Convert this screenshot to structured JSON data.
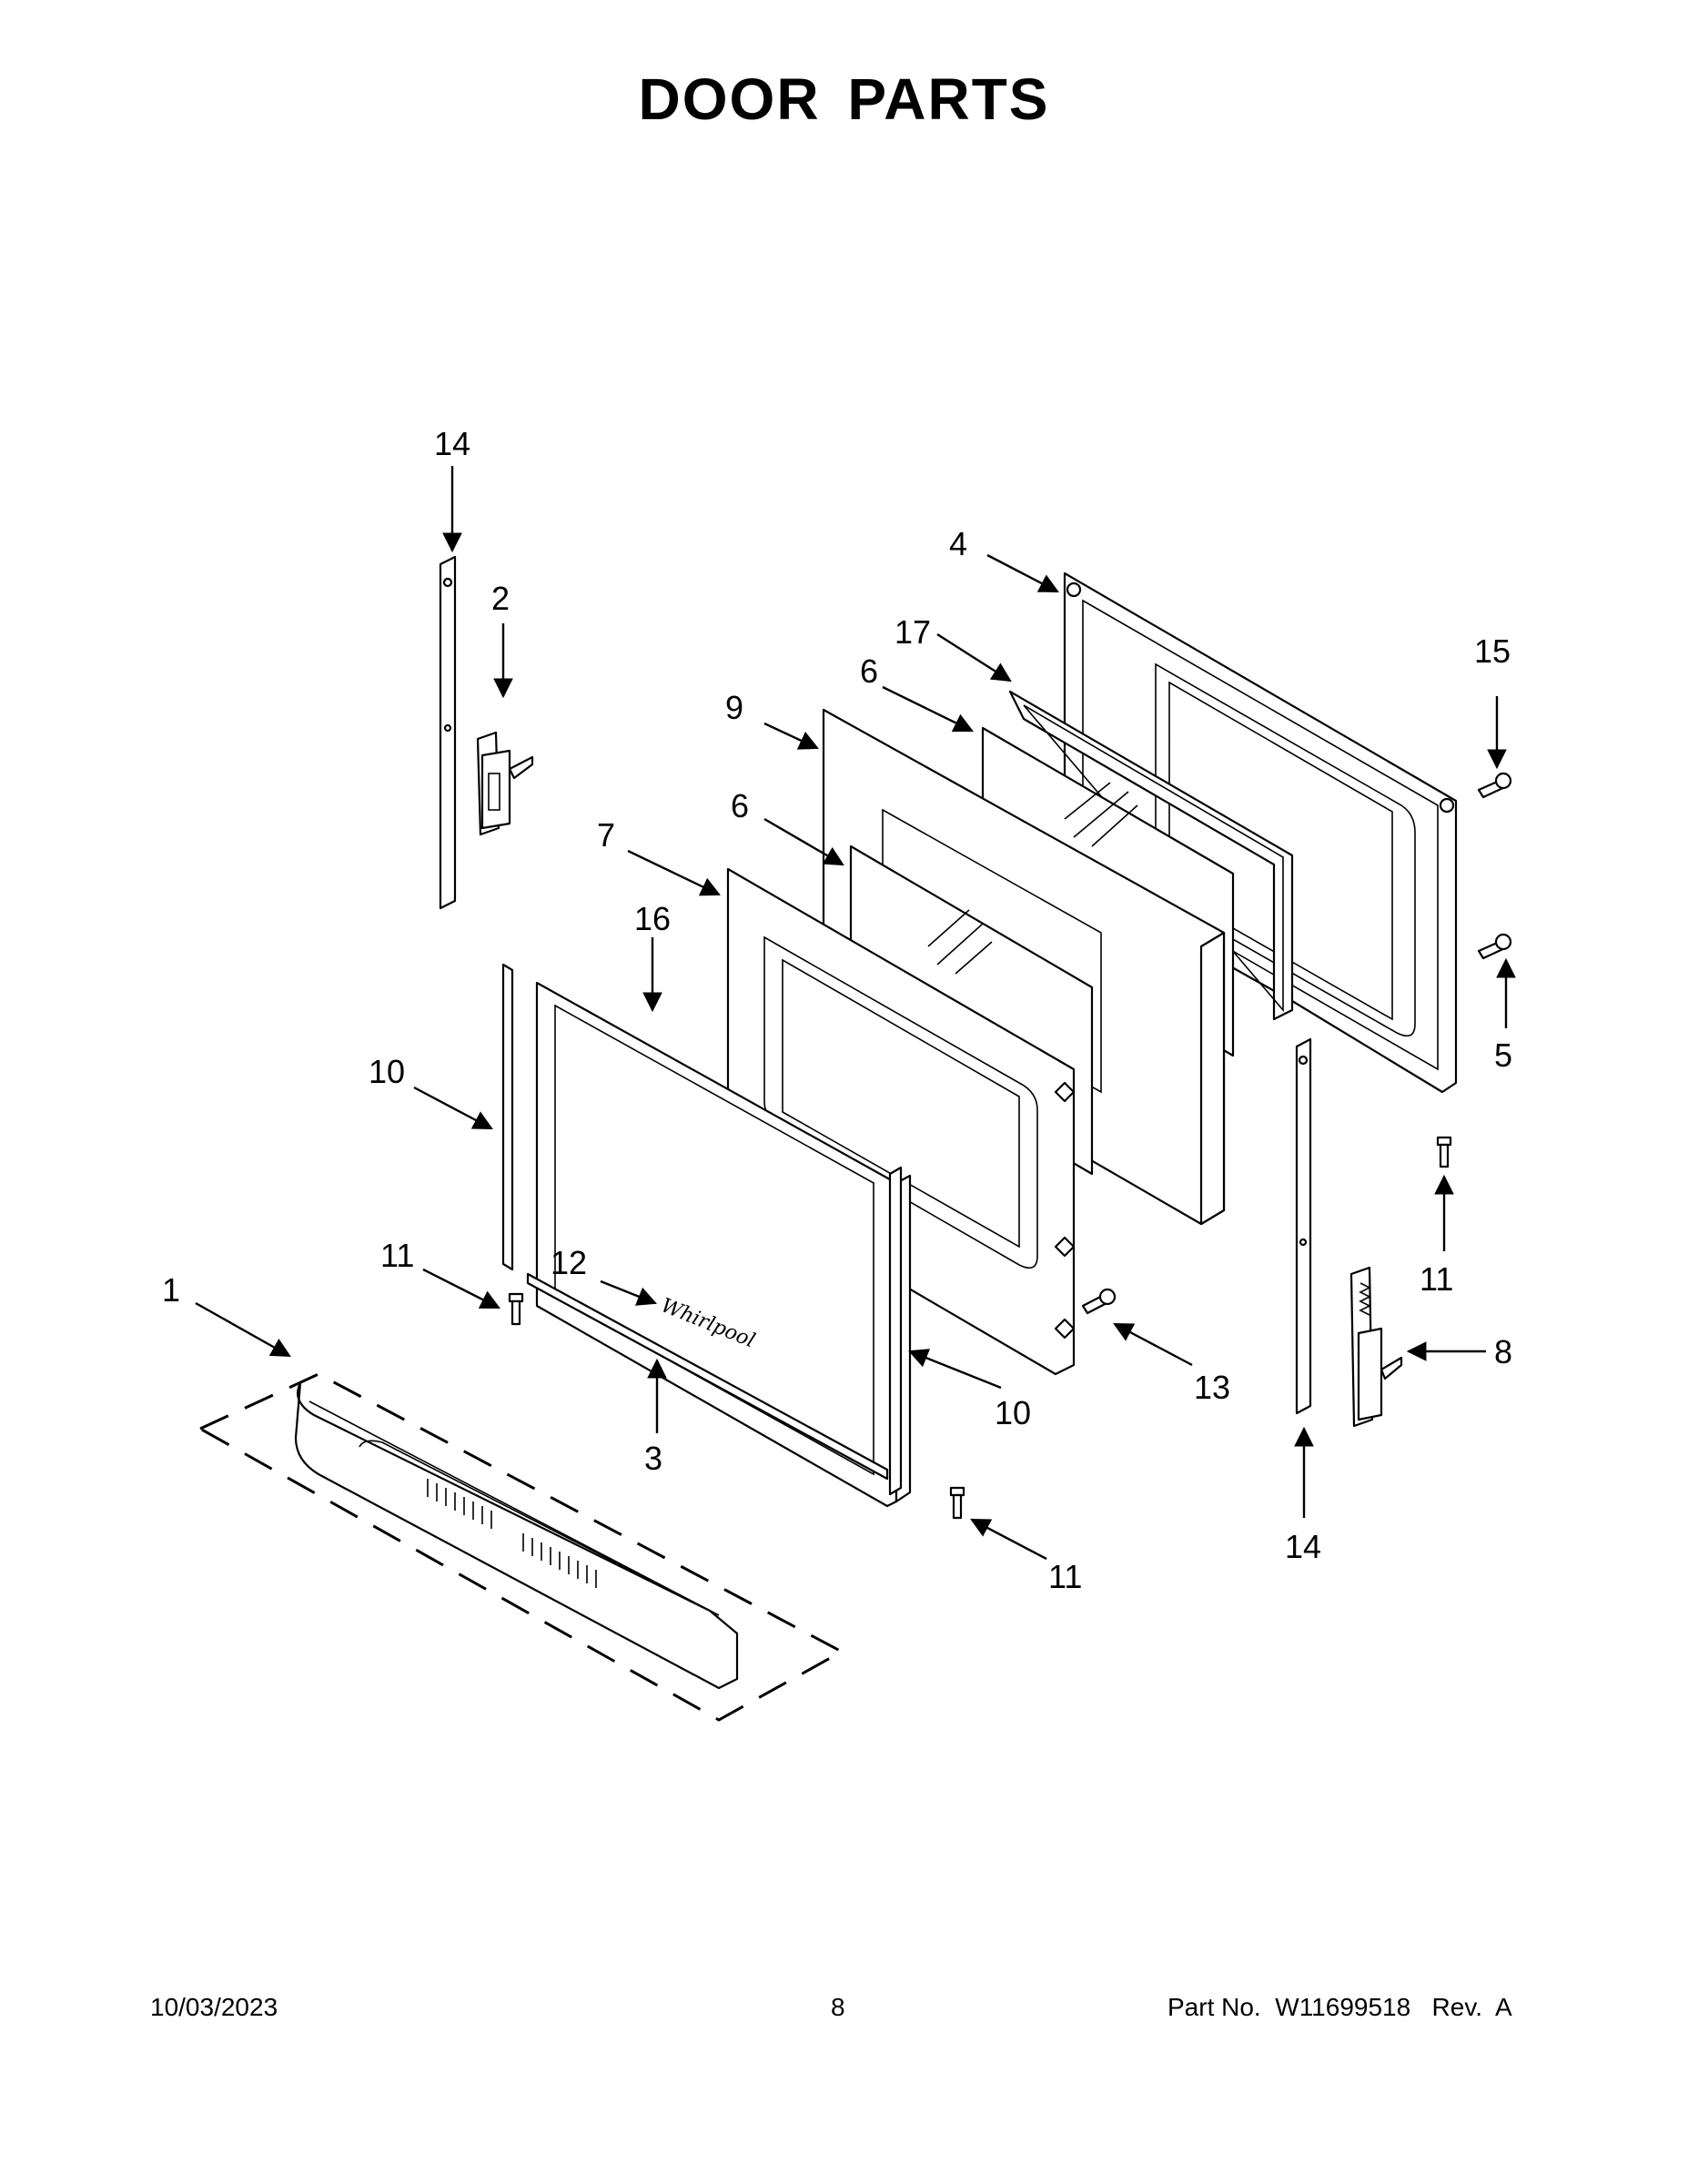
{
  "page": {
    "title": "DOOR PARTS"
  },
  "callouts": {
    "c1": "1",
    "c2": "2",
    "c3": "3",
    "c4": "4",
    "c5": "5",
    "c6a": "6",
    "c6b": "6",
    "c7": "7",
    "c8": "8",
    "c9": "9",
    "c10a": "10",
    "c10b": "10",
    "c11a": "11",
    "c11b": "11",
    "c11c": "11",
    "c12": "12",
    "c13": "13",
    "c14a": "14",
    "c14b": "14",
    "c15": "15",
    "c16": "16",
    "c17": "17"
  },
  "logo_text": "Whirlpool",
  "footer": {
    "date": "10/03/2023",
    "page_number": "8",
    "part_number": "Part No.  W11699518   Rev.  A"
  }
}
